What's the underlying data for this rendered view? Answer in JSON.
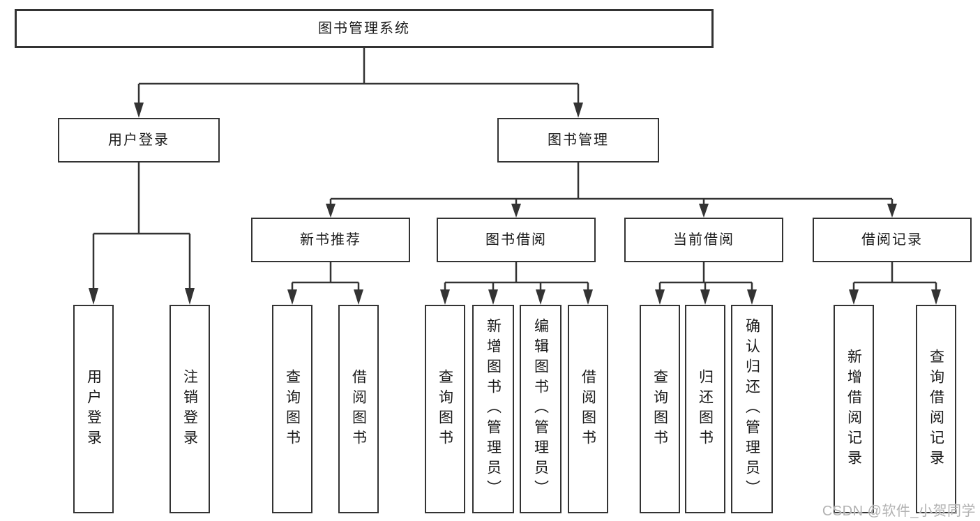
{
  "diagram": {
    "root_label": "图书管理系统",
    "branches": [
      {
        "label": "用户登录",
        "leaves": [
          "用户登录",
          "注销登录"
        ]
      },
      {
        "label": "图书管理",
        "groups": [
          {
            "label": "新书推荐",
            "leaves": [
              "查询图书",
              "借阅图书"
            ]
          },
          {
            "label": "图书借阅",
            "leaves": [
              "查询图书",
              "新增图书（管理员）",
              "编辑图书（管理员）",
              "借阅图书"
            ]
          },
          {
            "label": "当前借阅",
            "leaves": [
              "查询图书",
              "归还图书",
              "确认归还（管理员）"
            ]
          },
          {
            "label": "借阅记录",
            "leaves": [
              "新增借阅记录",
              "查询借阅记录"
            ]
          }
        ]
      }
    ]
  },
  "watermark": "CSDN @软件_小贺同学",
  "colors": {
    "line": "#333333",
    "text": "#1a1a1a",
    "background": "#ffffff",
    "watermark": "#b2b2b2"
  }
}
